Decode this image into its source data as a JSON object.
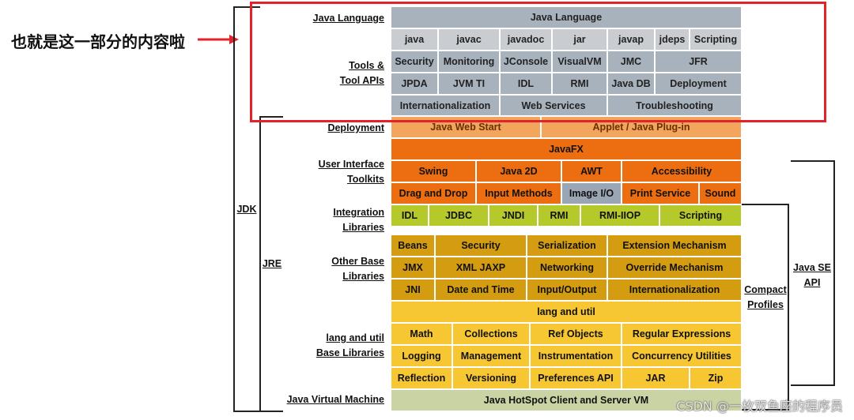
{
  "annotation": {
    "text": "也就是这一部分的内容啦",
    "arrow_color": "#e4222a",
    "highlight_color": "#e4222a"
  },
  "watermark": "CSDN @一枚双鱼座的程序员",
  "side_labels": {
    "java_language": "Java Language",
    "tools_1": "Tools &",
    "tools_2": "Tool APIs",
    "deployment": "Deployment",
    "ui_1": "User Interface",
    "ui_2": "Toolkits",
    "integration_1": "Integration",
    "integration_2": "Libraries",
    "other_1": "Other Base",
    "other_2": "Libraries",
    "lang_1": "lang and util",
    "lang_2": "Base Libraries",
    "jvm": "Java Virtual Machine",
    "jdk": "JDK",
    "jre": "JRE",
    "compact_1": "Compact",
    "compact_2": "Profiles",
    "javase_1": "Java SE",
    "javase_2": "API"
  },
  "cells": {
    "java_language": "Java Language",
    "java": "java",
    "javac": "javac",
    "javadoc": "javadoc",
    "jar": "jar",
    "javap": "javap",
    "jdeps": "jdeps",
    "scripting_tool": "Scripting",
    "security_tool": "Security",
    "monitoring": "Monitoring",
    "jconsole": "JConsole",
    "visualvm": "VisualVM",
    "jmc": "JMC",
    "jfr": "JFR",
    "jpda": "JPDA",
    "jvmti": "JVM TI",
    "idl_tool": "IDL",
    "rmi_tool": "RMI",
    "javadb": "Java DB",
    "deployment_tool": "Deployment",
    "i18n_tool": "Internationalization",
    "webservices": "Web Services",
    "troubleshooting": "Troubleshooting",
    "webstart": "Java Web Start",
    "applet": "Applet / Java Plug-in",
    "javafx": "JavaFX",
    "swing": "Swing",
    "java2d": "Java 2D",
    "awt": "AWT",
    "accessibility": "Accessibility",
    "dnd": "Drag and Drop",
    "inputmethods": "Input Methods",
    "imageio": "Image I/O",
    "printservice": "Print Service",
    "sound": "Sound",
    "idl": "IDL",
    "jdbc": "JDBC",
    "jndi": "JNDI",
    "rmi": "RMI",
    "rmiiiop": "RMI-IIOP",
    "scripting": "Scripting",
    "beans": "Beans",
    "security": "Security",
    "serialization": "Serialization",
    "extension": "Extension Mechanism",
    "jmx": "JMX",
    "xmljaxp": "XML JAXP",
    "networking": "Networking",
    "override": "Override Mechanism",
    "jni": "JNI",
    "datetime": "Date and Time",
    "inputoutput": "Input/Output",
    "i18n": "Internationalization",
    "langutil": "lang and util",
    "math": "Math",
    "collections": "Collections",
    "refobjects": "Ref Objects",
    "regex": "Regular Expressions",
    "logging": "Logging",
    "management": "Management",
    "instrumentation": "Instrumentation",
    "concurrency": "Concurrency Utilities",
    "reflection": "Reflection",
    "versioning": "Versioning",
    "preferences": "Preferences API",
    "jarlib": "JAR",
    "zip": "Zip",
    "hotspot": "Java HotSpot Client and Server VM"
  }
}
